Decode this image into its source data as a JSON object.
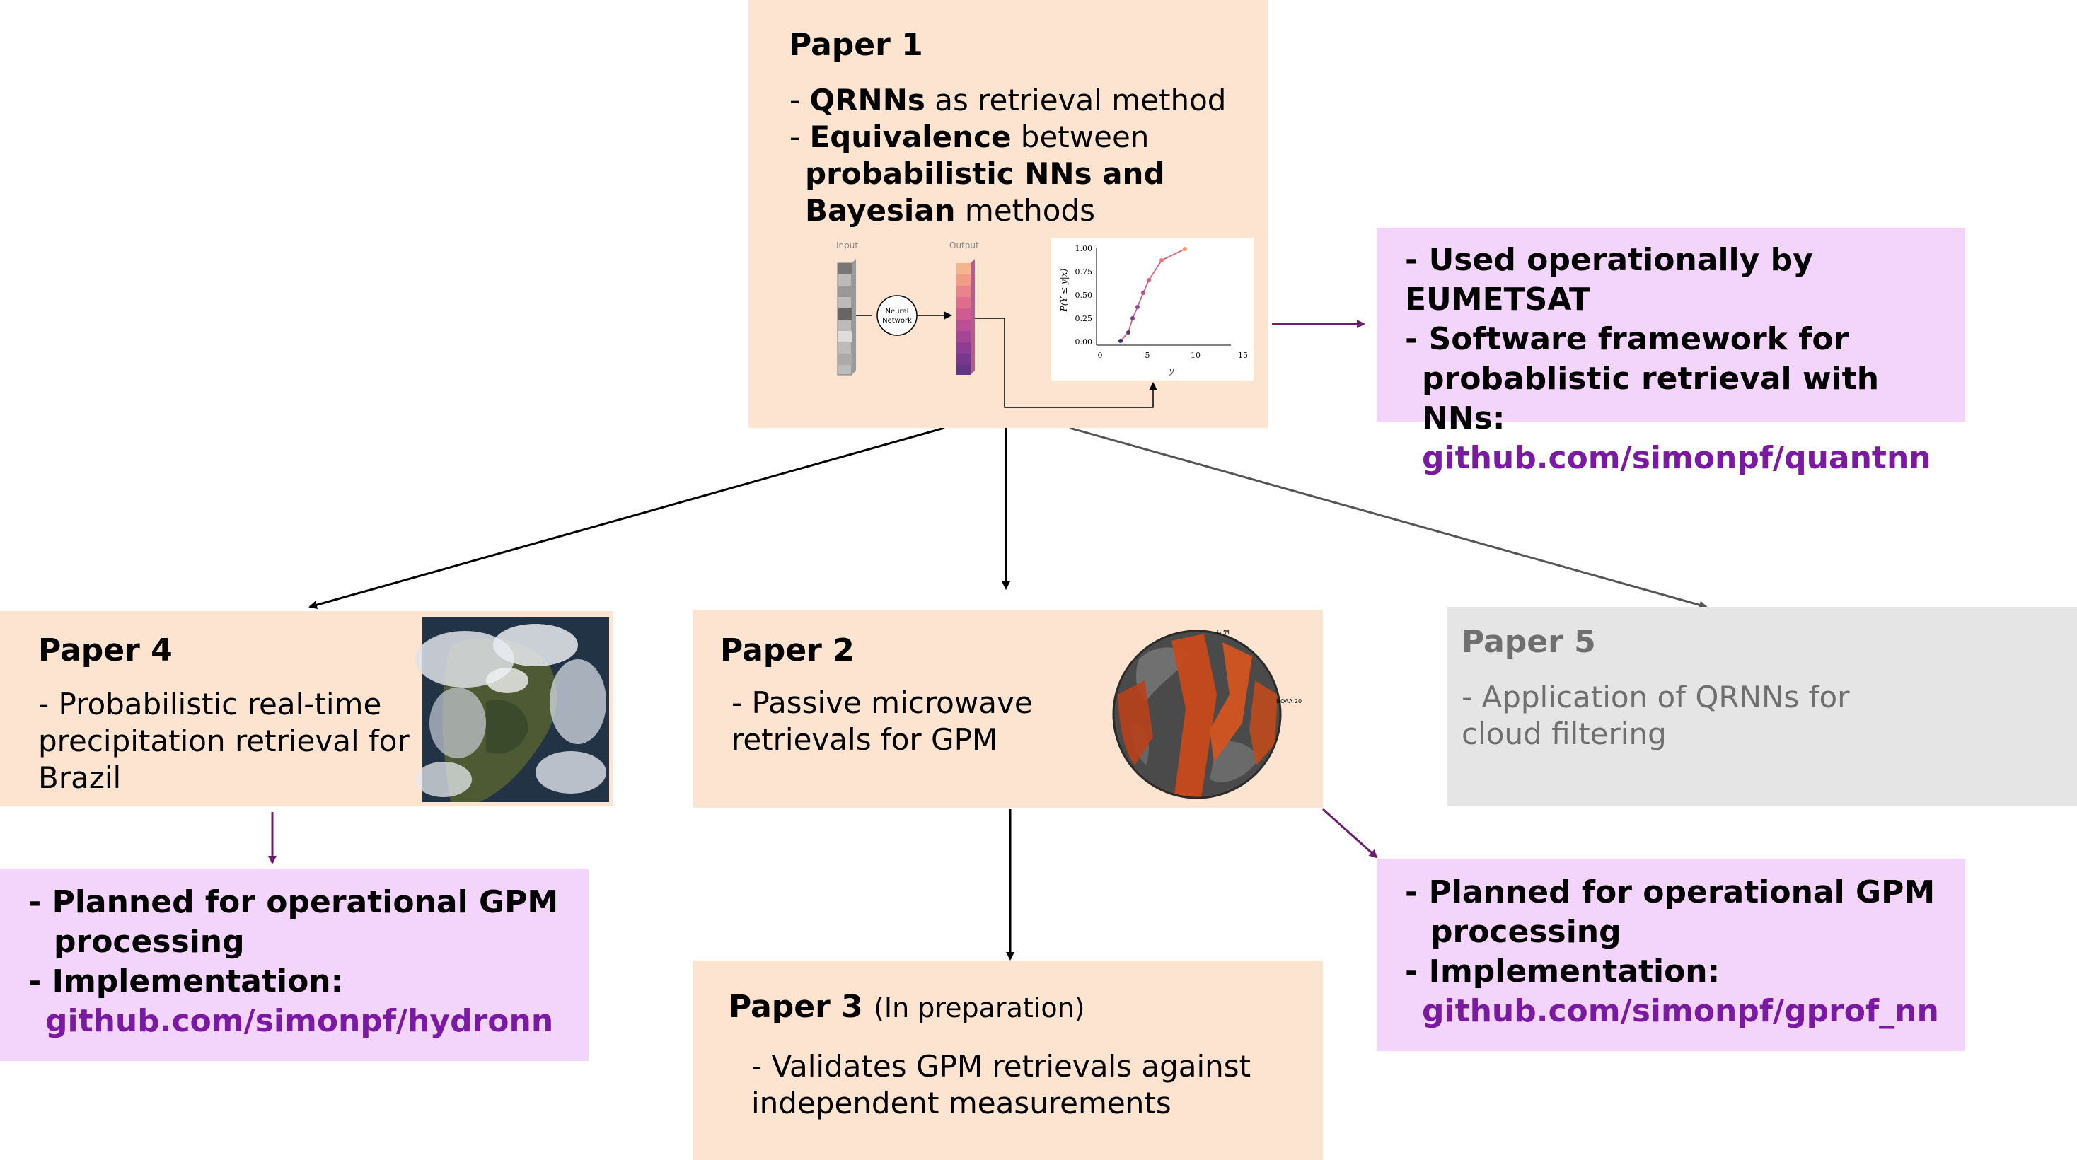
{
  "paper1": {
    "title": "Paper 1",
    "line1_bold": "QRNNs",
    "line1_rest": " as retrieval method",
    "line2_bold": "Equivalence",
    "line2_rest": " between",
    "line3_bold": "probabilistic NNs and",
    "line4_bold": "Bayesian",
    "line4_rest": " methods",
    "figure": {
      "input_label": "Input",
      "output_label": "Output",
      "network_label_1": "Neural",
      "network_label_2": "Network",
      "ylabel": "P(Y ≤ y|x)",
      "xlabel": "y",
      "yticks": [
        "1.00",
        "0.75",
        "0.50",
        "0.25",
        "0.00"
      ],
      "xticks": [
        "0",
        "5",
        "10",
        "15"
      ]
    }
  },
  "eumetsat": {
    "line1": "- Used operationally by EUMETSAT",
    "line2": "- Software framework for",
    "line3": "probablistic retrieval with NNs:",
    "link": "github.com/simonpf/quantnn"
  },
  "paper4": {
    "title": "Paper 4",
    "line1": "- Probabilistic real-time",
    "line2": "precipitation retrieval for",
    "line3": "Brazil"
  },
  "paper2": {
    "title": "Paper 2",
    "line1": "- Passive microwave",
    "line2": "retrievals for  GPM",
    "globe_labels": [
      "GPM",
      "NOAA 20"
    ]
  },
  "paper5": {
    "title": "Paper 5",
    "line1": "- Application of QRNNs for",
    "line2": "cloud filtering"
  },
  "hydronn": {
    "line1": "- Planned for operational GPM",
    "line2": "processing",
    "line3": "- Implementation:",
    "link": "github.com/simonpf/hydronn"
  },
  "gprof": {
    "line1": "- Planned for operational GPM",
    "line2": "processing",
    "line3": "- Implementation:",
    "link": "github.com/simonpf/gprof_nn"
  },
  "paper3": {
    "title": "Paper 3",
    "subtitle": "(In preparation)",
    "line1": "- Validates GPM retrievals against",
    "line2": "independent measurements"
  },
  "colors": {
    "peach": "#fde4d1",
    "pink": "#f3d5fb",
    "grey": "#e5e5e5",
    "link": "#7a1aa3",
    "arrow_purple": "#6b1d6e"
  }
}
